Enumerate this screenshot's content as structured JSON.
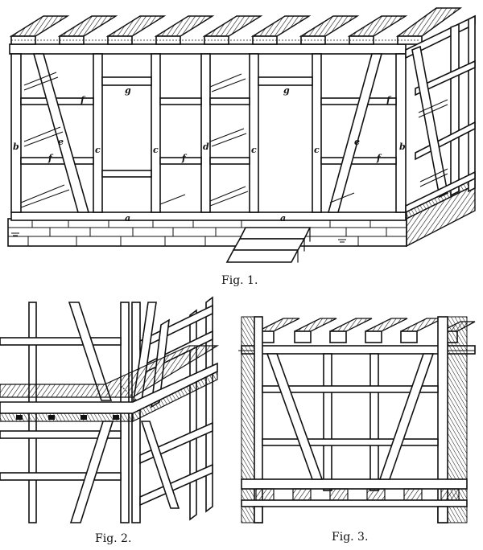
{
  "figures": [
    {
      "id": "fig1",
      "caption": "Fig. 1."
    },
    {
      "id": "fig2",
      "caption": "Fig. 2."
    },
    {
      "id": "fig3",
      "caption": "Fig. 3."
    }
  ],
  "fig1_labels": {
    "a": "a",
    "b": "b",
    "c": "c",
    "d": "d",
    "e": "e",
    "f": "f",
    "g": "g"
  }
}
